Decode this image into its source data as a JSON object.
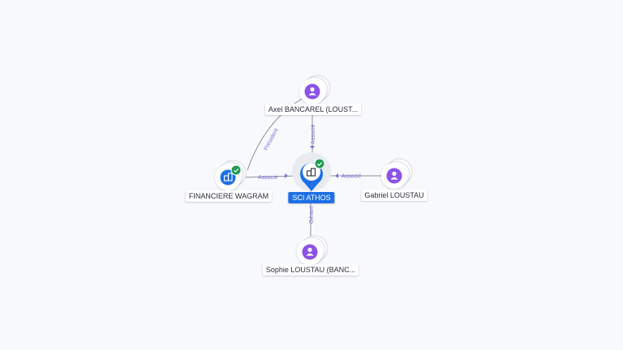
{
  "colors": {
    "person": "#8b53e8",
    "company": "#1d6fe6",
    "verified": "#1e9b52",
    "edge_label": "#7b72d8"
  },
  "nodes": {
    "axel": {
      "label": "Axel BANCAREL (LOUST...",
      "icon": "person-icon"
    },
    "financiere": {
      "label": "FINANCIERE WAGRAM",
      "icon": "building-icon",
      "verified": true
    },
    "sci": {
      "label": "SCI ATHOS",
      "icon": "building-icon",
      "verified": true
    },
    "gabriel": {
      "label": "Gabriel LOUSTAU",
      "icon": "person-icon"
    },
    "sophie": {
      "label": "Sophie LOUSTAU (BANC...",
      "icon": "person-icon"
    }
  },
  "edges": {
    "axel_financiere": "Président",
    "axel_sci": "Associé",
    "financiere_sci": "Associé",
    "gabriel_sci": "Associé",
    "sophie_sci": "Gérant"
  }
}
